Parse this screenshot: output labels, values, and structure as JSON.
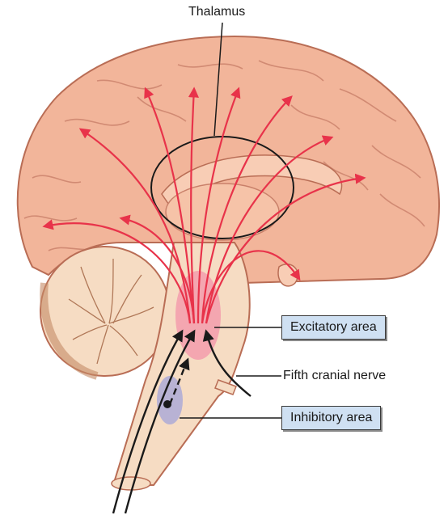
{
  "labels": {
    "thalamus": "Thalamus",
    "excitatory_area": "Excitatory area",
    "fifth_cranial_nerve": "Fifth cranial nerve",
    "inhibitory_area": "Inhibitory area"
  },
  "colors": {
    "brain_fill": "#f2b59a",
    "brain_outline": "#b96d55",
    "arrow": "#e8334a",
    "cerebellum_fill": "#f6dcc3",
    "excitatory_highlight": "#f48fa8",
    "inhibitory_highlight": "#a9a7d8",
    "label_box": "#cfe0f2"
  }
}
